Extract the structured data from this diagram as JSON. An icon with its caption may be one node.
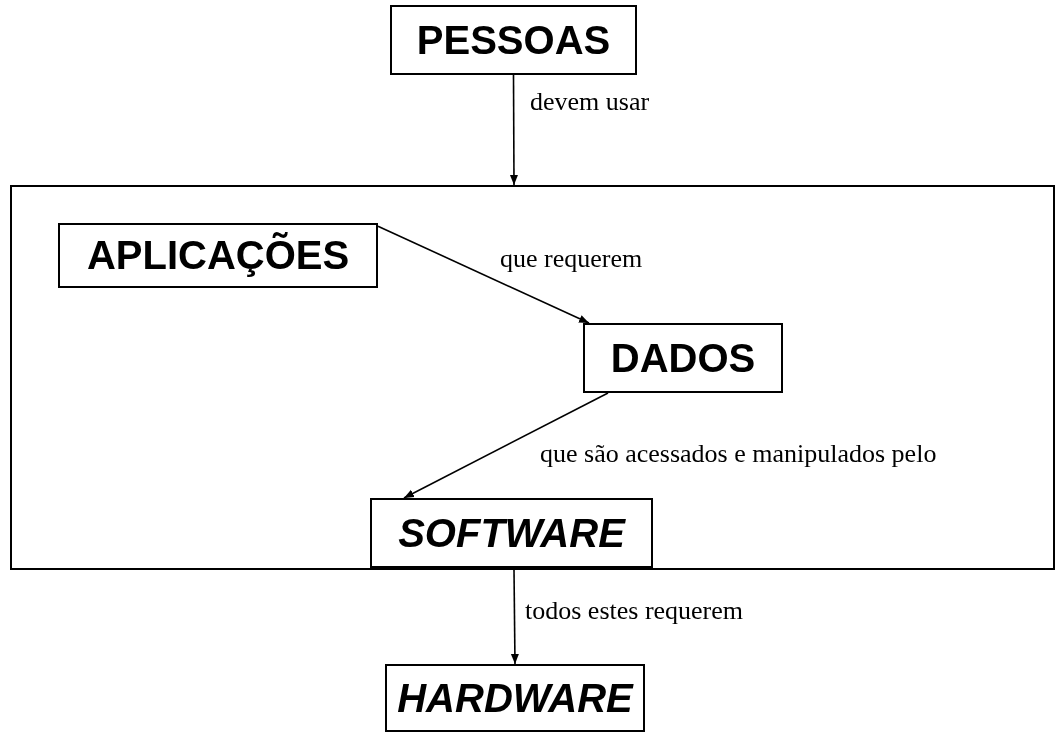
{
  "diagram": {
    "nodes": [
      {
        "text": [
          "PESSOAS"
        ]
      },
      {
        "text": [],
        "shape": "box"
      },
      {
        "text": [
          "APLICAÇÕES"
        ],
        "in": 1
      },
      {
        "text": [
          "DADOS"
        ],
        "in": 1
      },
      {
        "text": [
          "SOFTWARE"
        ],
        "in": 1
      },
      {
        "text": [
          "HARDWARE"
        ]
      }
    ],
    "edges": [
      {
        "from": 0,
        "to": 1,
        "arrow": "to",
        "label": "devem usar"
      },
      {
        "from": 2,
        "to": 3,
        "arrow": "to",
        "label": "que requerem"
      },
      {
        "from": 3,
        "to": 4,
        "arrow": "to",
        "label": "que são acessados e manipulados pelo"
      },
      {
        "from": 1,
        "to": 5,
        "arrow": "to",
        "label": "todos estes requerem"
      }
    ]
  }
}
